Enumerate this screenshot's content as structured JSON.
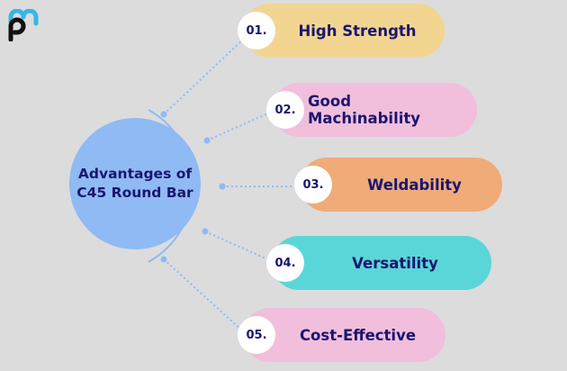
{
  "logo": {
    "name": "pm-logo",
    "top_color": "#35b6ea",
    "bottom_color": "#111111"
  },
  "center": {
    "label": "Advantages of C45 Round Bar",
    "color": "#8fbaf3"
  },
  "text_color": "#1a1670",
  "items": [
    {
      "number": "01.",
      "label": "High Strength",
      "color": "#f2d590"
    },
    {
      "number": "02.",
      "label": "Good Machinability",
      "color": "#f1bedb"
    },
    {
      "number": "03.",
      "label": "Weldability",
      "color": "#f0ab78"
    },
    {
      "number": "04.",
      "label": "Versatility",
      "color": "#5bd6d8"
    },
    {
      "number": "05.",
      "label": "Cost-Effective",
      "color": "#f1bedb"
    }
  ]
}
